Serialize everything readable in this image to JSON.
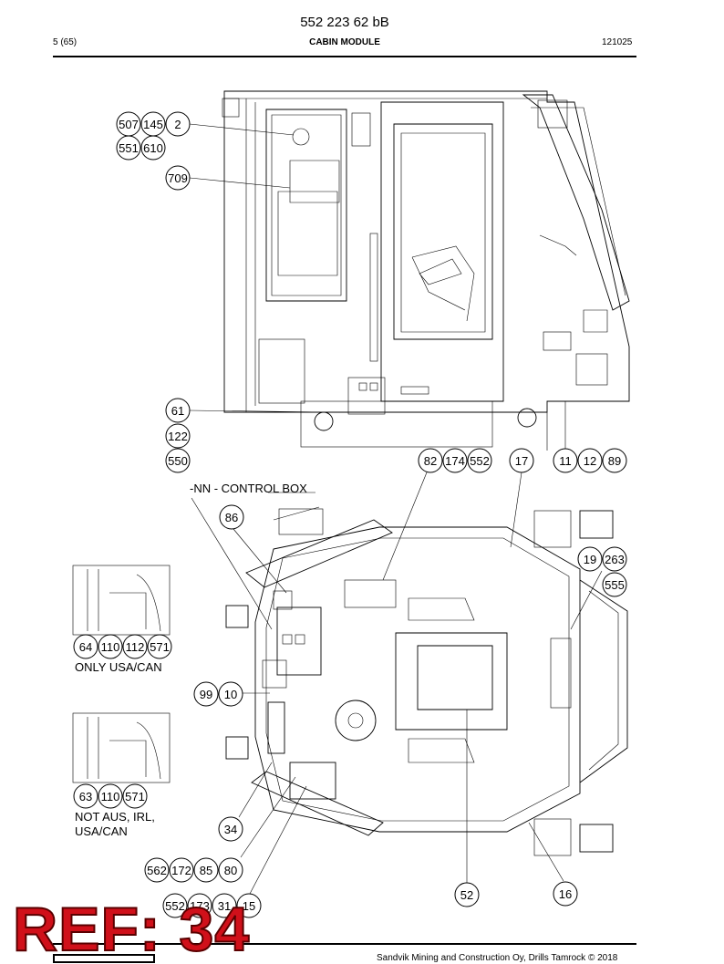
{
  "header": {
    "title": "552 223 62 bB",
    "page": "5 (65)",
    "section": "CABIN MODULE",
    "date": "121025"
  },
  "notes": {
    "control_box": "-NN - CONTROL BOX",
    "only_usa": "ONLY USA/CAN",
    "not_aus_1": "NOT AUS, IRL,",
    "not_aus_2": "USA/CAN"
  },
  "callouts": {
    "c507": "507",
    "c145": "145",
    "c2": "2",
    "c551": "551",
    "c610": "610",
    "c709": "709",
    "c61": "61",
    "c122": "122",
    "c550": "550",
    "c82": "82",
    "c174": "174",
    "c552a": "552",
    "c17": "17",
    "c11": "11",
    "c12": "12",
    "c89": "89",
    "c86": "86",
    "c19": "19",
    "c263": "263",
    "c555": "555",
    "c64": "64",
    "c110a": "110",
    "c112": "112",
    "c571a": "571",
    "c99": "99",
    "c10": "10",
    "c63": "63",
    "c110b": "110",
    "c571b": "571",
    "c34": "34",
    "c562": "562",
    "c172": "172",
    "c85": "85",
    "c80": "80",
    "c552b": "552",
    "c173": "173",
    "c31": "31",
    "c15": "15",
    "c52": "52",
    "c16": "16"
  },
  "footer": {
    "copyright": "Sandvik Mining and Construction Oy, Drills Tamrock © 2018"
  },
  "stamp": "REF: 34"
}
